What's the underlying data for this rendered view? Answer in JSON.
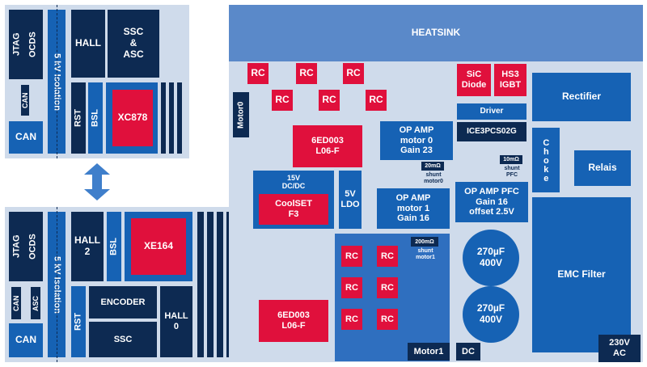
{
  "top_board": {
    "jtag": "JTAG",
    "ocds": "OCDS",
    "can_small": "CAN",
    "can": "CAN",
    "isolation": "5 kV Isolation",
    "hall": "HALL",
    "ssc_asc": "SSC\n&\nASC",
    "rst": "RST",
    "bsl": "BSL",
    "mcu": "XC878"
  },
  "bottom_board": {
    "jtag": "JTAG",
    "ocds": "OCDS",
    "can_small": "CAN",
    "asc": "ASC",
    "can": "CAN",
    "isolation": "5 kV Isolation",
    "hall2": "HALL\n2",
    "bsl": "BSL",
    "mcu": "XE164",
    "rst": "RST",
    "encoder": "ENCODER",
    "hall0": "HALL\n0",
    "ssc": "SSC"
  },
  "power_board": {
    "heatsink": "HEATSINK",
    "rc_label": "RC",
    "sic_diode": "SiC\nDiode",
    "hs3_igbt": "HS3\nIGBT",
    "driver": "Driver",
    "ice": "ICE3PCS02G",
    "rectifier": "Rectifier",
    "motor0": "Motor0",
    "gate_driver_top": "6ED003\nL06-F",
    "opamp0": "OP AMP\nmotor 0\nGain 23",
    "shunt0_value": "20mΩ",
    "shunt0_label": "shunt\nmotor0",
    "shunt_pfc_value": "10mΩ",
    "shunt_pfc_label": "shunt\nPFC",
    "choke": "Choke",
    "relais": "Relais",
    "dcdc": "15V\nDC/DC",
    "coolset": "CoolSET\nF3",
    "ldo": "5V\nLDO",
    "opamp1": "OP AMP\nmotor 1\nGain 16",
    "opamp_pfc": "OP AMP PFC\nGain 16\noffset 2.5V",
    "shunt1_value": "200mΩ",
    "shunt1_label": "shunt\nmotor1",
    "cap1": "270µF\n400V",
    "cap2": "270µF\n400V",
    "emc": "EMC Filter",
    "gate_driver_bottom": "6ED003\nL06-F",
    "motor1": "Motor1",
    "dc": "DC",
    "ac": "230V\nAC"
  }
}
